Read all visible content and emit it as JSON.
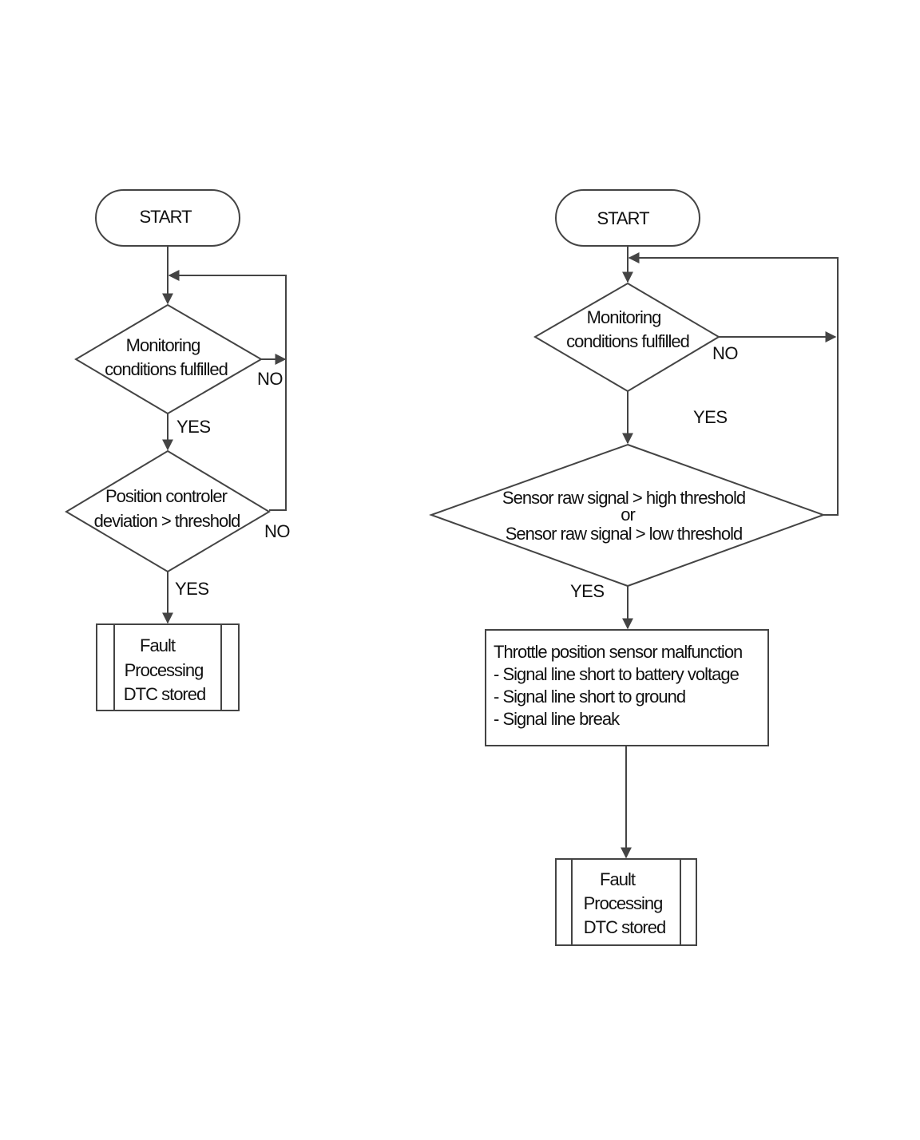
{
  "left_flow": {
    "start": "START",
    "decision1": [
      "Monitoring",
      "conditions fulfilled"
    ],
    "decision1_no": "NO",
    "decision1_yes": "YES",
    "decision2": [
      "Position controler",
      "deviation > threshold"
    ],
    "decision2_no": "NO",
    "decision2_yes": "YES",
    "result": [
      "Fault",
      "Processing",
      "DTC stored"
    ]
  },
  "right_flow": {
    "start": "START",
    "decision1": [
      "Monitoring",
      "conditions fulfilled"
    ],
    "decision1_no": "NO",
    "decision1_yes": "YES",
    "decision2": [
      "Sensor raw signal > high threshold",
      "or",
      "Sensor raw signal > low threshold"
    ],
    "decision2_yes": "YES",
    "malfunction": [
      "Throttle position sensor malfunction",
      "- Signal line short to battery voltage",
      "- Signal line short to ground",
      "- Signal line break"
    ],
    "result": [
      "Fault",
      "Processing",
      "DTC stored"
    ]
  }
}
